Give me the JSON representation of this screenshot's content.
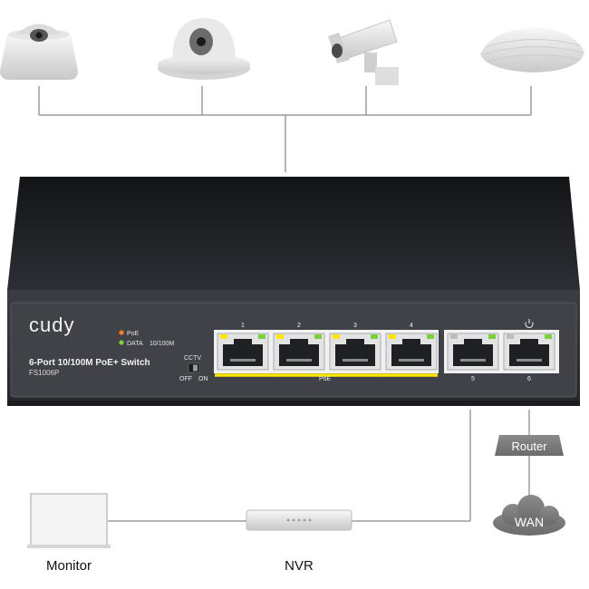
{
  "switch": {
    "brand": "cudy",
    "model_title": "6-Port 10/100M PoE+ Switch",
    "model_number": "FS1006P",
    "legend_poe": "PoE",
    "legend_data": "DATA",
    "legend_speed": "10/100M",
    "cctv_label": "CCTV",
    "cctv_off": "OFF",
    "cctv_on": "ON",
    "poe_band_label": "PoE",
    "power_icon": "power-icon",
    "ports": [
      {
        "label": "1"
      },
      {
        "label": "2"
      },
      {
        "label": "3"
      },
      {
        "label": "4"
      },
      {
        "label": "5"
      },
      {
        "label": "6"
      }
    ],
    "colors": {
      "body": "#2b2d31",
      "top": "#1e1f22",
      "poe_band": "#ffe600",
      "led_poe": "#ff7a1a",
      "led_data": "#7ad13a"
    }
  },
  "devices": {
    "top_icons": [
      "dome-camera-icon",
      "dome-camera-icon",
      "bullet-camera-icon",
      "access-point-icon"
    ],
    "router_label": "Router",
    "wan_label": "WAN",
    "monitor_label": "Monitor",
    "nvr_label": "NVR"
  }
}
